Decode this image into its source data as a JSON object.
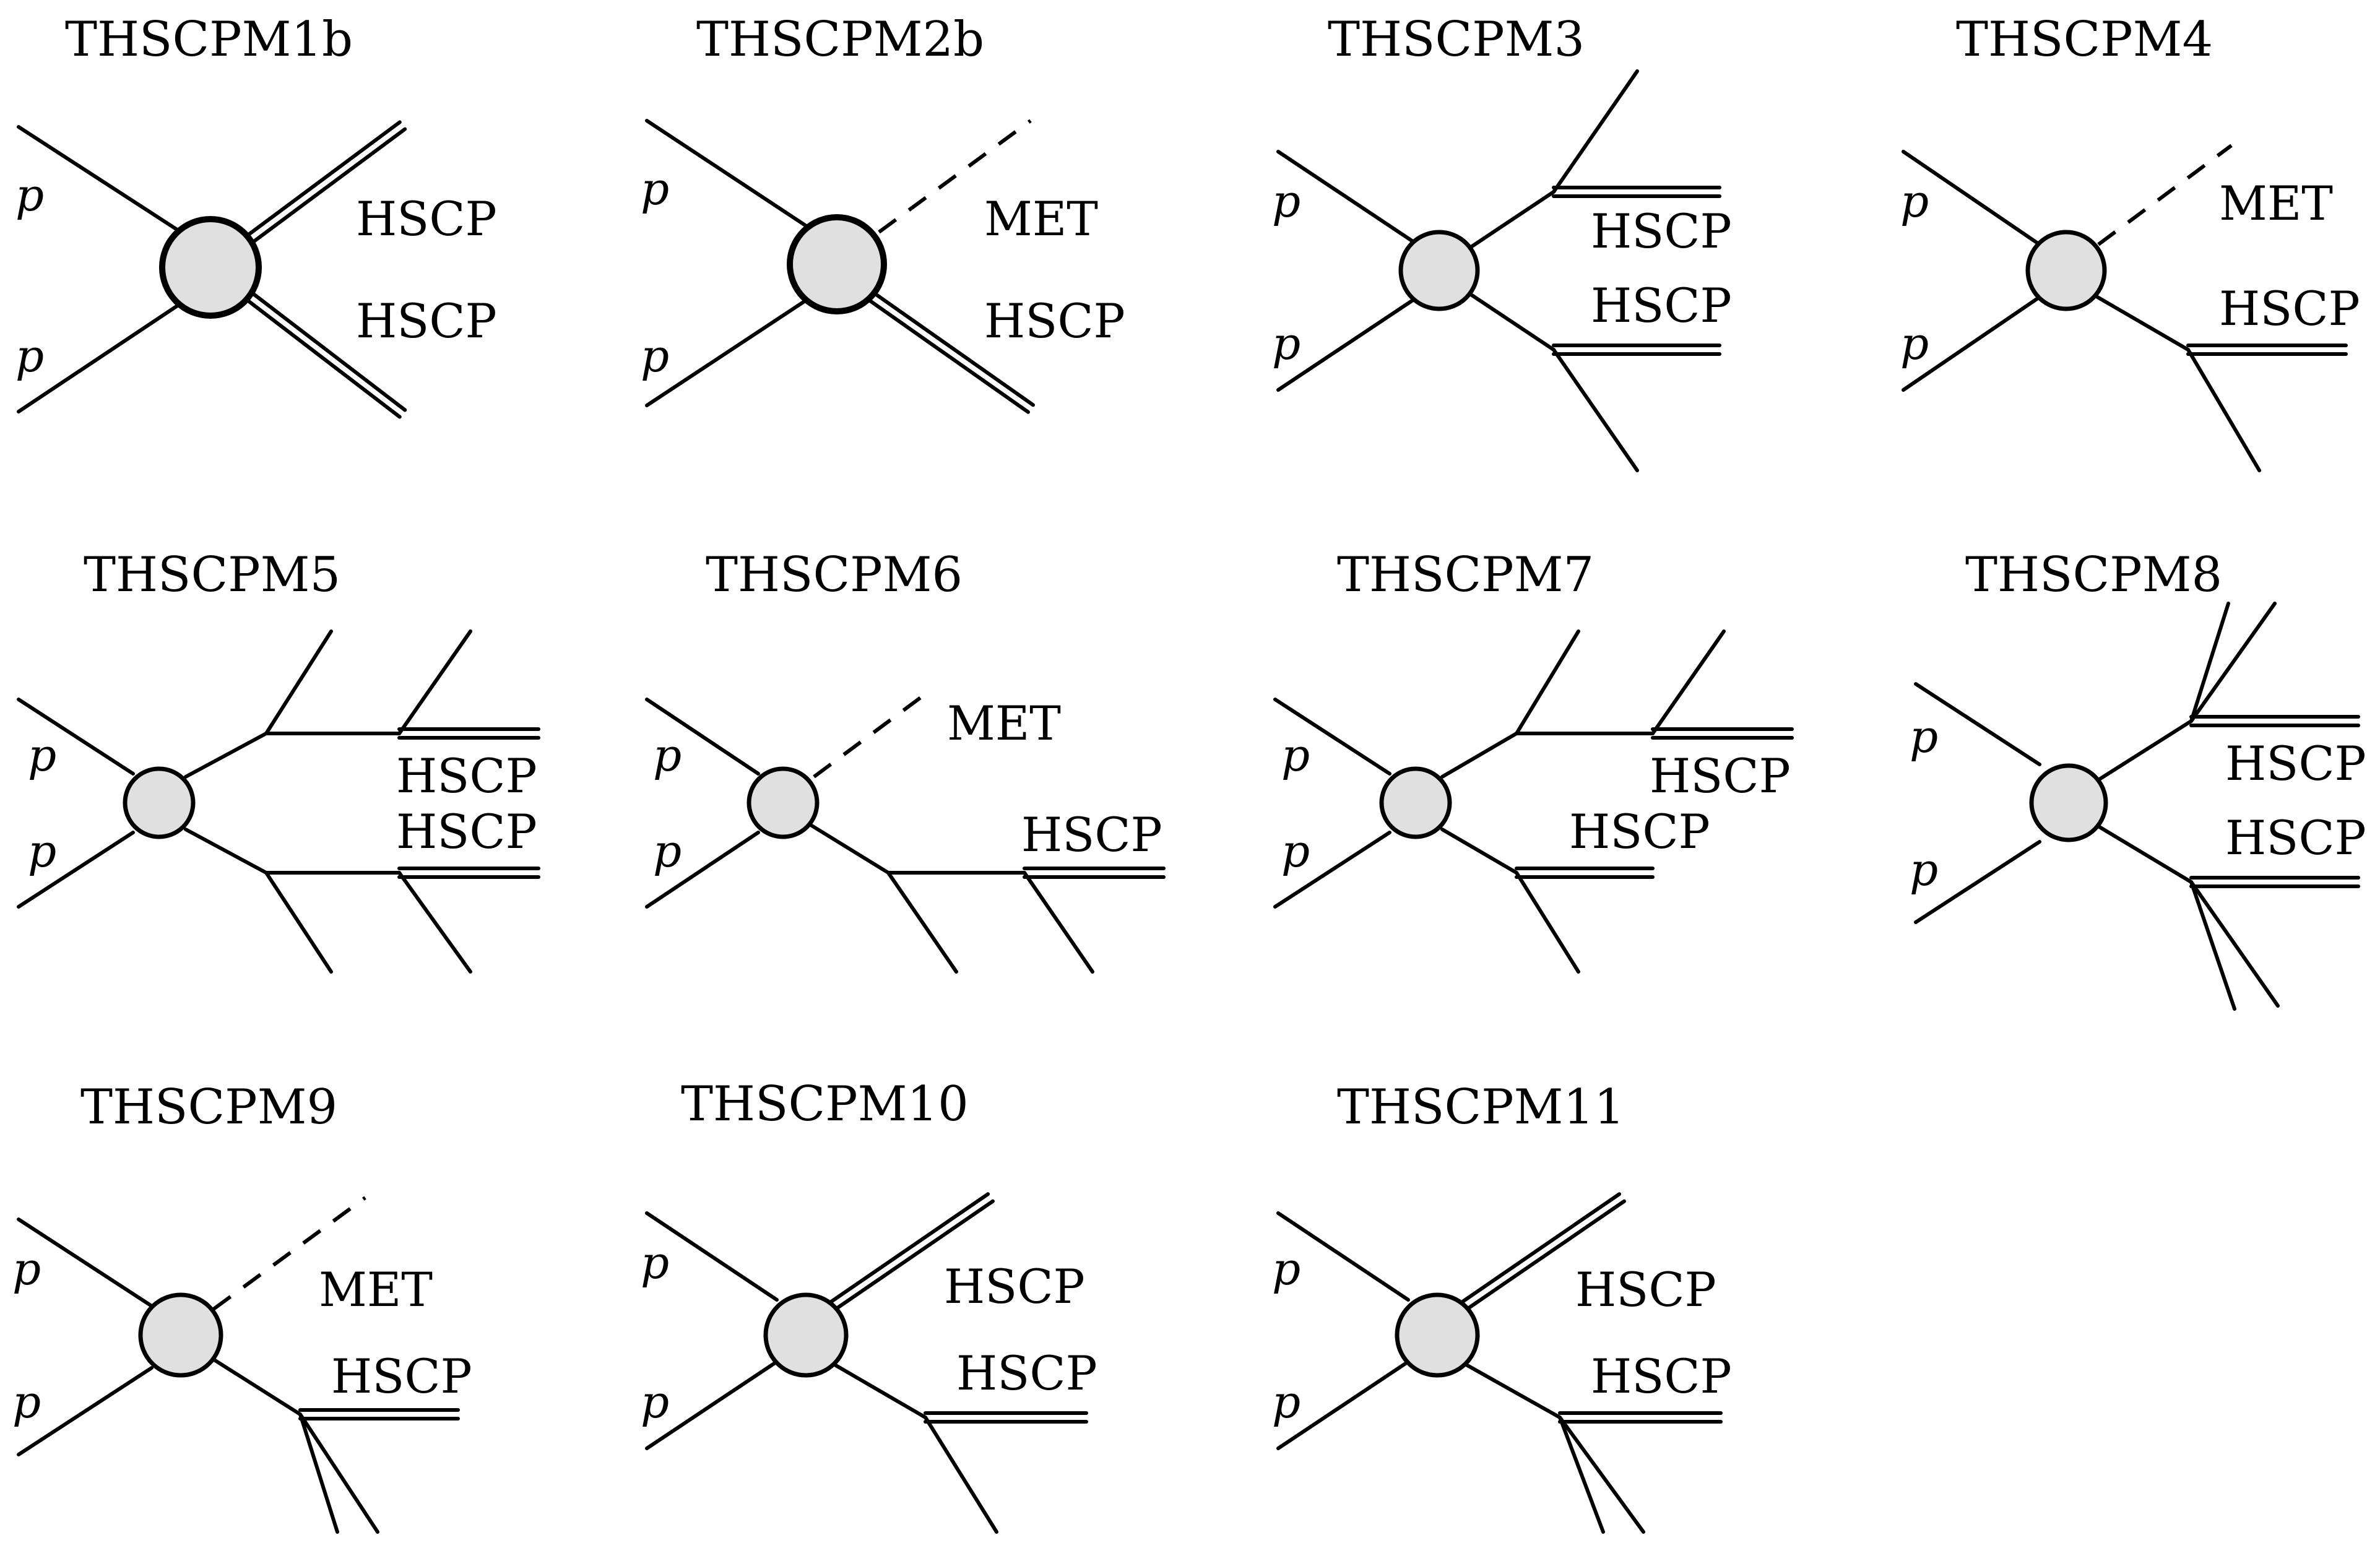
{
  "colors": {
    "blob_fill": "#e0e0e0",
    "line": "#000000",
    "background": "#ffffff"
  },
  "labels": {
    "proton": "p",
    "hscp": "HSCP",
    "met": "MET"
  },
  "diagrams": [
    {
      "id": "m1b",
      "title": "THSCPM1b"
    },
    {
      "id": "m2b",
      "title": "THSCPM2b"
    },
    {
      "id": "m3",
      "title": "THSCPM3"
    },
    {
      "id": "m4",
      "title": "THSCPM4"
    },
    {
      "id": "m5",
      "title": "THSCPM5"
    },
    {
      "id": "m6",
      "title": "THSCPM6"
    },
    {
      "id": "m7",
      "title": "THSCPM7"
    },
    {
      "id": "m8",
      "title": "THSCPM8"
    },
    {
      "id": "m9",
      "title": "THSCPM9"
    },
    {
      "id": "m10",
      "title": "THSCPM10"
    },
    {
      "id": "m11",
      "title": "THSCPM11"
    }
  ]
}
